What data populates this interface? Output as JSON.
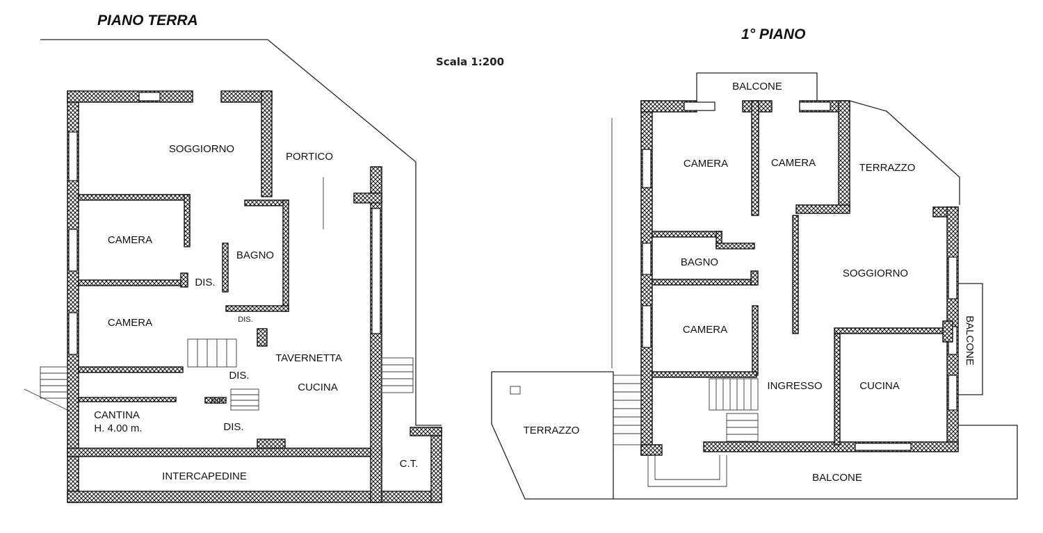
{
  "titles": {
    "ground_floor": "PIANO TERRA",
    "first_floor": "1° PIANO",
    "scale": "Scala 1:200"
  },
  "ground_floor_rooms": {
    "soggiorno": "SOGGIORNO",
    "portico": "PORTICO",
    "camera_1": "CAMERA",
    "bagno": "BAGNO",
    "dis_1": "DIS.",
    "camera_2": "CAMERA",
    "dis_2": "DIS.",
    "dis_3": "DIS.",
    "rip": "RIP.",
    "tavernetta": "TAVERNETTA",
    "cucina": "CUCINA",
    "cantina": "CANTINA",
    "cantina_height": "H. 4.00 m.",
    "dis_4": "DIS.",
    "intercapedine": "INTERCAPEDINE",
    "ct": "C.T."
  },
  "first_floor_rooms": {
    "balcone_top": "BALCONE",
    "camera_1": "CAMERA",
    "camera_2": "CAMERA",
    "terrazzo_top": "TERRAZZO",
    "bagno": "BAGNO",
    "soggiorno": "SOGGIORNO",
    "camera_3": "CAMERA",
    "balcone_right": "BALCONE",
    "ingresso": "INGRESSO",
    "cucina": "CUCINA",
    "terrazzo_left": "TERRAZZO",
    "balcone_bottom": "BALCONE"
  }
}
